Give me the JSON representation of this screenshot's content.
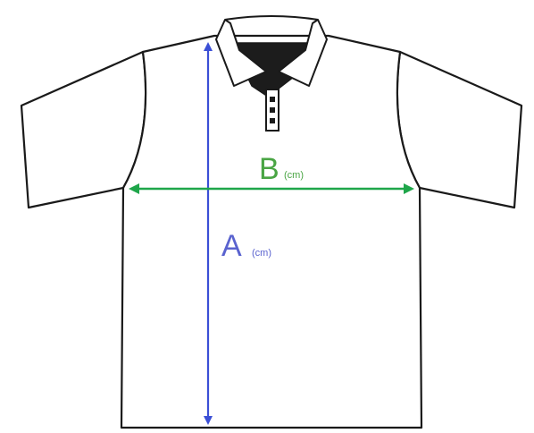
{
  "labels": {
    "a": {
      "letter": "A",
      "unit": "(cm)"
    },
    "b": {
      "letter": "B",
      "unit": "(cm)"
    }
  },
  "colors": {
    "outline": "#1a1a1a",
    "shirt_fill": "#ffffff",
    "collar_inner": "#1c1c1c",
    "length_arrow": "#3b4fd6",
    "width_arrow": "#1fa64a",
    "label_a": "#5a63cf",
    "label_b": "#4aa544"
  }
}
